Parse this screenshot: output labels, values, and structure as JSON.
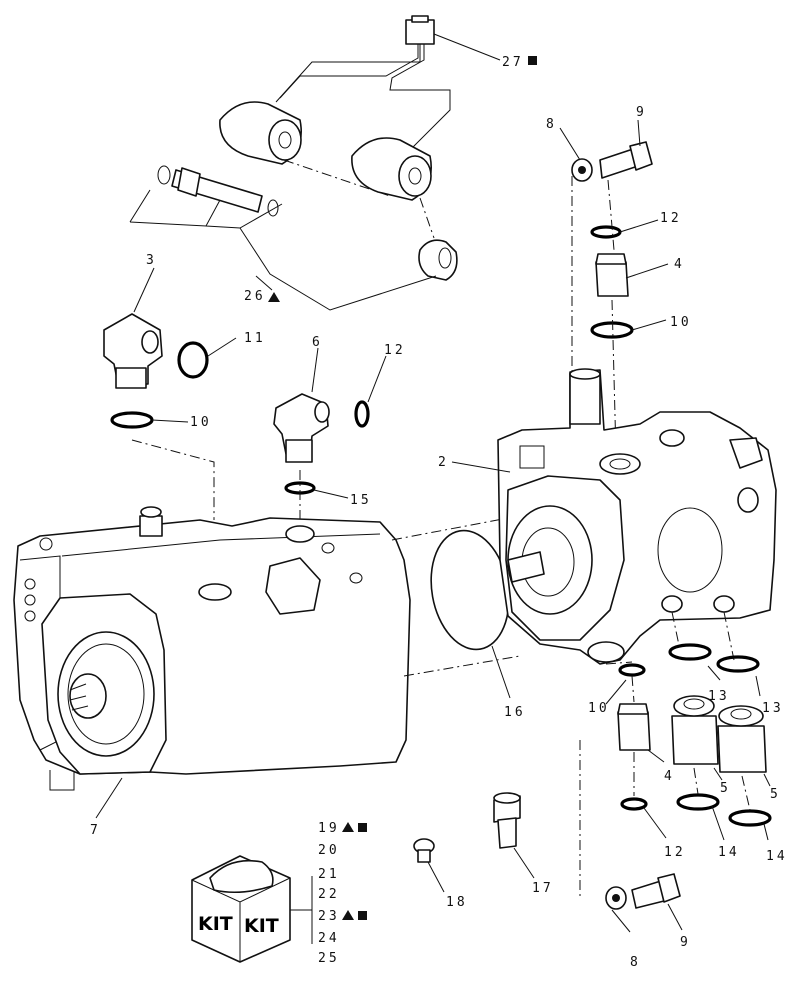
{
  "callouts": {
    "c27": "27",
    "c8a": "8",
    "c9a": "9",
    "c12a": "12",
    "c4a": "4",
    "c10a": "10",
    "c3": "3",
    "c26": "26",
    "c11": "11",
    "c6": "6",
    "c12b": "12",
    "c10b": "10",
    "c2": "2",
    "c15": "15",
    "c16": "16",
    "c10c": "10",
    "c13a": "13",
    "c13b": "13",
    "c4b": "4",
    "c5a": "5",
    "c5b": "5",
    "c12c": "12",
    "c14a": "14",
    "c14b": "14",
    "c7": "7",
    "c17": "17",
    "c18": "18",
    "c8b": "8",
    "c9b": "9"
  },
  "kit_list": [
    "19",
    "20",
    "21",
    "22",
    "23",
    "24",
    "25"
  ],
  "kit_label": "KIT",
  "markers": {
    "triangle": "▲",
    "square": "■"
  }
}
